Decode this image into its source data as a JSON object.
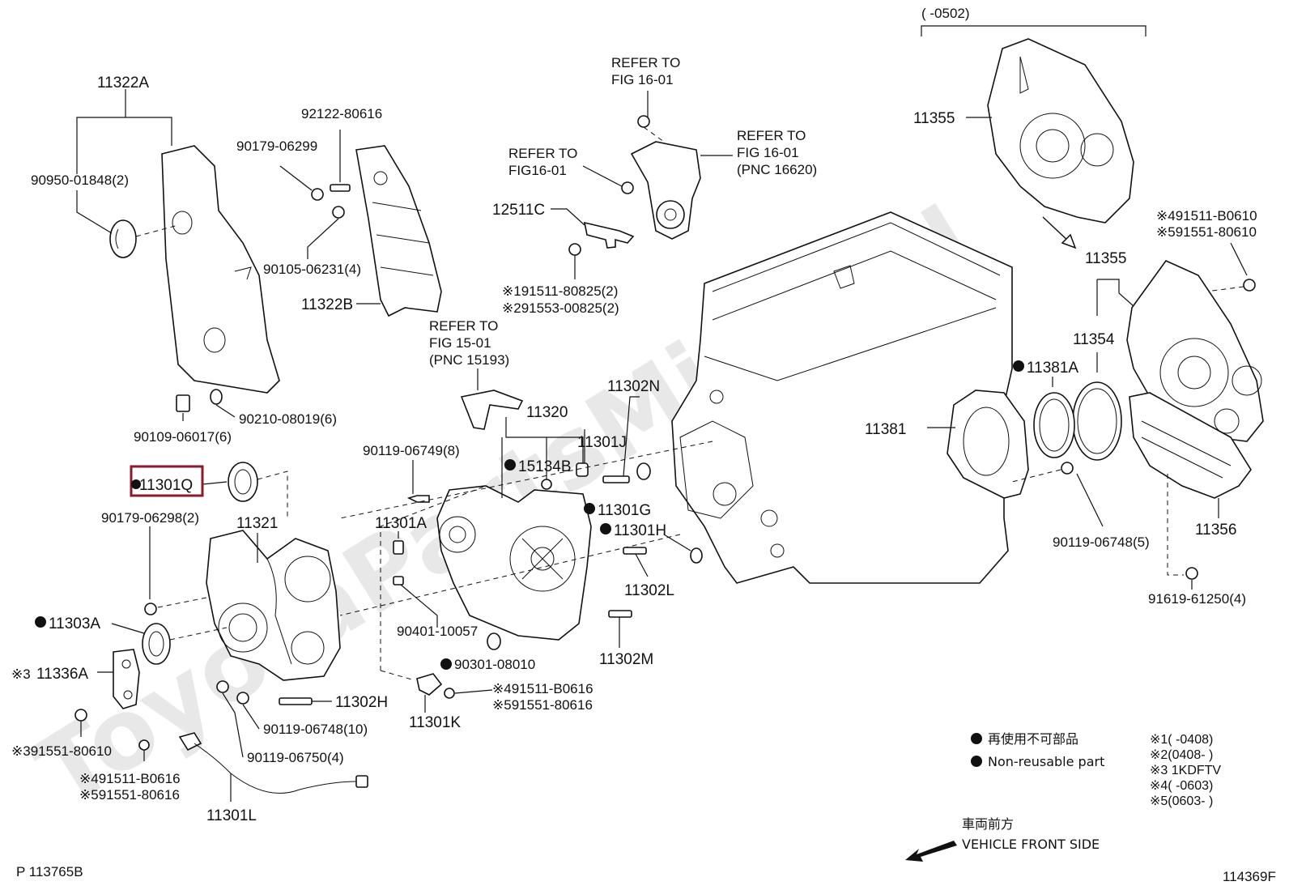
{
  "watermark": "ToyotaPartsMine.ru",
  "date_range": "(      -0502)",
  "refer_notes": {
    "fig_16_01_top": [
      "REFER TO",
      "FIG 16-01"
    ],
    "fig_16_01_pnc": [
      "REFER TO",
      "FIG 16-01",
      "(PNC 16620)"
    ],
    "fig_16_01_left": [
      "REFER TO",
      "FIG16-01"
    ],
    "fig_15_01": [
      "REFER TO",
      "FIG 15-01",
      "(PNC 15193)"
    ]
  },
  "labels": {
    "p11322A": "11322A",
    "p90950": "90950-01848(2)",
    "p92122": "92122-80616",
    "p90179a": "90179-06299",
    "p90105": "90105-06231(4)",
    "p11322B": "11322B",
    "p90109": "90109-06017(6)",
    "p90210": "90210-08019(6)",
    "p12511C": "12511C",
    "p191511": "※191511-80825(2)",
    "p291553": "※291553-00825(2)",
    "p11355a": "11355",
    "p11355b": "11355",
    "p491511a": "※491511-B0610",
    "p591551a": "※591551-80610",
    "p11354": "11354",
    "p11381A": "11381A",
    "p11381": "11381",
    "p11302N": "11302N",
    "p11320": "11320",
    "p11301J": "11301J",
    "p90119a": "90119-06749(8)",
    "p15134B": "15134B",
    "p11301Q": "11301Q",
    "p90179b": "90179-06298(2)",
    "p11321": "11321",
    "p11301A": "11301A",
    "p11301G": "11301G",
    "p11301H": "11301H",
    "p11302L": "11302L",
    "p90401": "90401-10057",
    "p11303A": "11303A",
    "p11302M": "11302M",
    "p90301": "90301-08010",
    "p491511b": "※491511-B0616",
    "p591551b": "※591551-80616",
    "p11336A": "11336A",
    "p11336A_prefix": "※3",
    "p11302H": "11302H",
    "p11301K": "11301K",
    "p90119b": "90119-06748(10)",
    "p391551": "※391551-80610",
    "p90119c": "90119-06750(4)",
    "p491511c": "※491511-B0616",
    "p591551c": "※591551-80616",
    "p11301L": "11301L",
    "p90119d": "90119-06748(5)",
    "p11356": "11356",
    "p91619": "91619-61250(4)"
  },
  "highlight": {
    "part": "11301Q",
    "color": "#8b1a2b"
  },
  "legend": {
    "jp": "再使用不可部品",
    "en": "Non-reusable part"
  },
  "notes": [
    "※1(      -0408)",
    "※2(0408-      )",
    "※3 1KDFTV",
    "※4(      -0603)",
    "※5(0603-      )"
  ],
  "direction": {
    "jp": "車両前方",
    "en": "VEHICLE FRONT SIDE"
  },
  "footer": {
    "left": "P 113765B",
    "right": "114369F"
  }
}
